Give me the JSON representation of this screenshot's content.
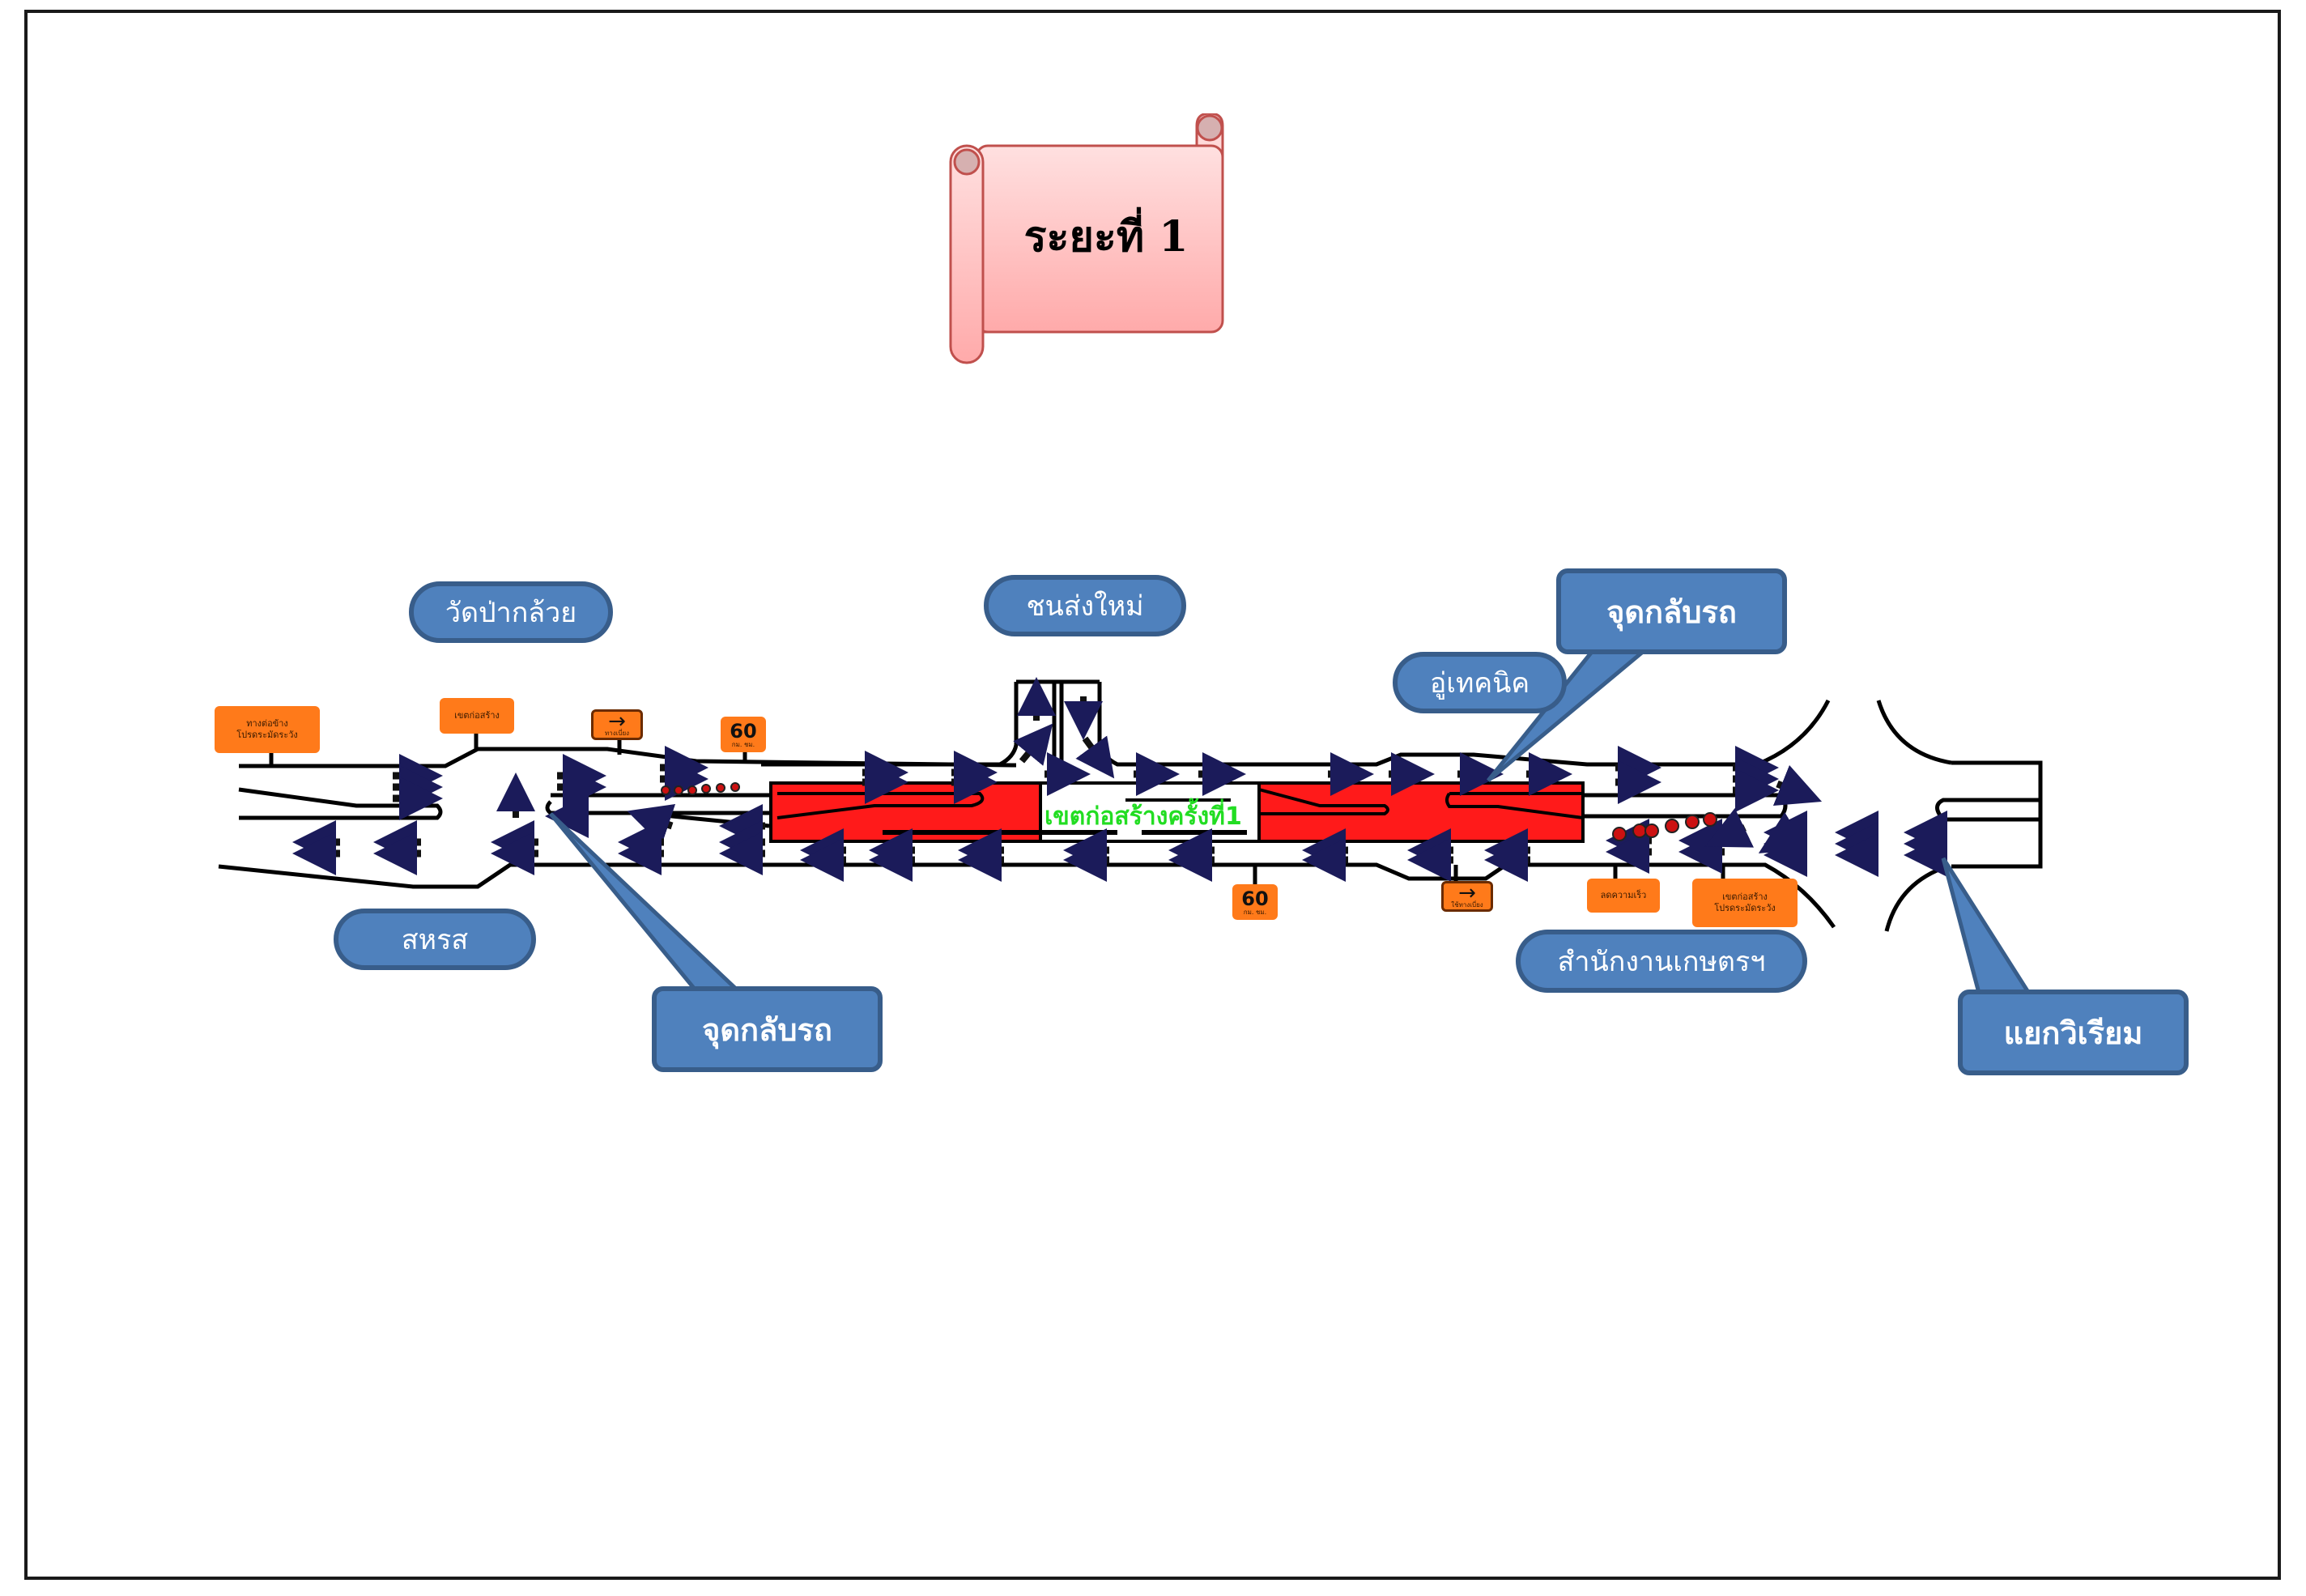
{
  "title": "ระยะที่ 1",
  "construction_zone_label": "เขตก่อสร้างครั้งที่1",
  "landmarks": {
    "wat_pa_kluay": "วัดป่ากล้วย",
    "chon_song_mai": "ชนส่งใหม่",
    "u_technic": "อู่เทคนิค",
    "saharot": "สหรส",
    "agri_office": "สำนักงานเกษตรฯ"
  },
  "callouts": {
    "u_turn_left": "จุดกลับรถ",
    "u_turn_right": "จุดกลับรถ",
    "wiriam_junction": "แยกวิเรียม"
  },
  "signs": {
    "top_left_1": [
      "ทางต่อข้าง",
      "โปรดระมัดระวัง"
    ],
    "top_left_2": [
      "เขตก่อสร้าง"
    ],
    "top_detour": {
      "arrow": "→",
      "text": "ทางเบี่ยง"
    },
    "top_speed": {
      "value": "60",
      "unit": "กม. ชม."
    },
    "bottom_speed": {
      "value": "60",
      "unit": "กม. ชม."
    },
    "bottom_detour": {
      "arrow": "→",
      "text": "ใช้ทางเบี่ยง"
    },
    "bottom_slow": [
      "ลดความเร็ว"
    ],
    "bottom_caution": [
      "เขตก่อสร้าง",
      "โปรดระมัดระวัง"
    ]
  },
  "colors": {
    "construction": "#ff1a1a",
    "callout_fill": "#4f81bd",
    "callout_border": "#385d8a",
    "sign": "#ff7a1a",
    "scroll_fill": "#ffc7c7",
    "zone_text": "#22dd22"
  }
}
